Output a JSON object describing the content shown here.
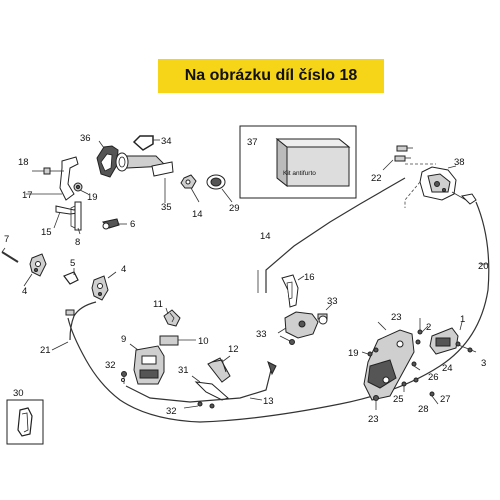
{
  "banner": {
    "text": "Na obrázku díl číslo 18",
    "color": "#f6d417"
  },
  "kit": {
    "number": "37",
    "label": "Kit antifurto"
  },
  "callouts": {
    "n1": "1",
    "n2": "2",
    "n3": "3",
    "n4a": "4",
    "n4b": "4",
    "n5": "5",
    "n6": "6",
    "n7": "7",
    "n8": "8",
    "n9": "9",
    "n10": "10",
    "n11": "11",
    "n12": "12",
    "n13": "13",
    "n14a": "14",
    "n14b": "14",
    "n15": "15",
    "n16": "16",
    "n17": "17",
    "n18": "18",
    "n19a": "19",
    "n19b": "19",
    "n20": "20",
    "n21": "21",
    "n22": "22",
    "n23a": "23",
    "n23b": "23",
    "n24": "24",
    "n25": "25",
    "n26": "26",
    "n27": "27",
    "n28": "28",
    "n29": "29",
    "n30": "30",
    "n31": "31",
    "n32a": "32",
    "n32b": "32",
    "n33a": "33",
    "n33b": "33",
    "n34": "34",
    "n35": "35",
    "n36": "36",
    "n38": "38"
  }
}
